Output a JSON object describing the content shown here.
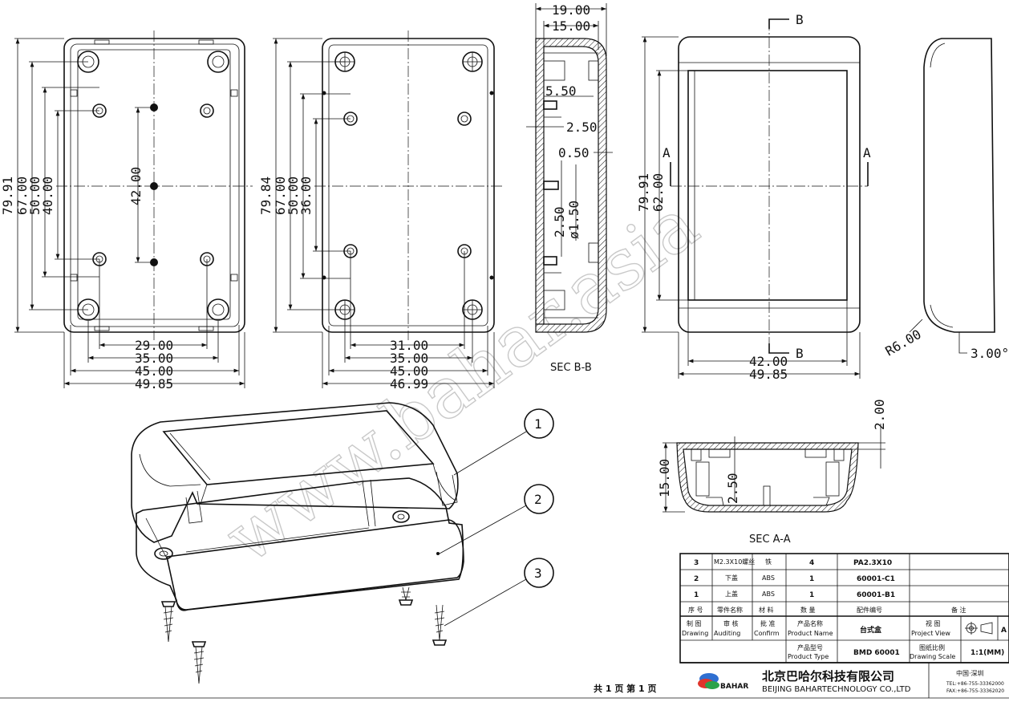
{
  "top_view": {
    "height_overall": "79.91",
    "height_67": "67.00",
    "height_50": "50.00",
    "height_40": "40.00",
    "center_42": "42.00",
    "width_29": "29.00",
    "width_35": "35.00",
    "width_45": "45.00",
    "width_overall": "49.85"
  },
  "bottom_view": {
    "height_overall": "79.84",
    "height_67": "67.00",
    "height_50": "50.00",
    "height_36": "36.00",
    "width_31": "31.00",
    "width_35": "35.00",
    "width_45": "45.00",
    "width_overall": "46.99"
  },
  "section_bb": {
    "label": "SEC B-B",
    "width_19": "19.00",
    "width_15": "15.00",
    "d_550": "5.50",
    "d_250": "2.50",
    "d_050": "0.50",
    "d_250b": "2.50",
    "d_150": "ø1.50"
  },
  "front_view": {
    "mark_b": "B",
    "mark_a": "A",
    "height_overall": "79.91",
    "height_62": "62.00",
    "width_42": "42.00",
    "width_overall": "49.85"
  },
  "side_view": {
    "radius": "R6.00",
    "angle": "3.00°"
  },
  "section_aa": {
    "label": "SEC A-A",
    "d_200": "2.00",
    "d_1500": "15.00",
    "d_250": "2.50"
  },
  "callouts": [
    "1",
    "2",
    "3"
  ],
  "watermark": "www.bahar.asia",
  "title_block": {
    "rows": [
      {
        "no": "3",
        "name": "M2.3X10螺丝",
        "material": "铁",
        "qty": "4",
        "part_no": "PA2.3X10",
        "remark": ""
      },
      {
        "no": "2",
        "name": "下盖",
        "material": "ABS",
        "qty": "1",
        "part_no": "60001-C1",
        "remark": ""
      },
      {
        "no": "1",
        "name": "上盖",
        "material": "ABS",
        "qty": "1",
        "part_no": "60001-B1",
        "remark": ""
      }
    ],
    "header": {
      "no": "序 号",
      "name": "零件名称",
      "material": "材 料",
      "qty": "数 量",
      "part_no": "配件编号",
      "remark": "备 注"
    },
    "drawing_cn": "制 图",
    "drawing_en": "Drawing",
    "auditing_cn": "审 核",
    "auditing_en": "Auditing",
    "confirm_cn": "批 准",
    "confirm_en": "Confirm",
    "product_name_cn": "产品名称",
    "product_name_en": "Product Name",
    "product_name_val": "台式盒",
    "project_view_cn": "视 图",
    "project_view_en": "Project View",
    "view_letter": "A",
    "product_type_cn": "产品型号",
    "product_type_en": "Product Type",
    "product_type_val": "BMD 60001",
    "scale_cn": "图纸比例",
    "scale_en": "Drawing Scale",
    "scale_val": "1:1(MM)",
    "company_cn": "北京巴哈尔科技有限公司",
    "company_en": "BEIJING BAHARTECHNOLOGY CO.,LTD",
    "location": "中国·深圳",
    "tel": "TEL:+86-755-33362000",
    "fax": "FAX:+86-755-33362020",
    "logo_text": "BAHAR",
    "pages": "共 1 页  第 1 页"
  }
}
